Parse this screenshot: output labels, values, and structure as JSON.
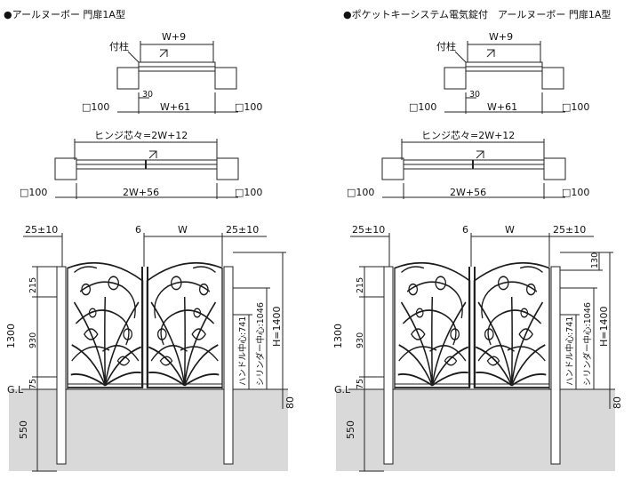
{
  "panels": [
    {
      "title": "●アールヌーボー 門扉1A型",
      "single": {
        "post": "付柱",
        "w_top": "W+9",
        "d30": "30",
        "sq_left": "□100",
        "w_bottom": "W+61",
        "sq_right": "□100"
      },
      "double": {
        "hinge": "ヒンジ芯々=2W+12",
        "sq_left": "□100",
        "w_bottom": "2W+56",
        "sq_right": "□100"
      },
      "elevation": {
        "tol_left": "25±10",
        "gap": "6",
        "w": "W",
        "tol_right": "25±10",
        "h1300": "1300",
        "h215": "215",
        "h930": "930",
        "h75": "75",
        "gl": "G.L",
        "h550": "550",
        "h80": "80",
        "handle": "ハンドル中心:741",
        "cylinder": "シリンダー中心:1046",
        "h1400": "H=1400"
      }
    },
    {
      "title": "●ポケットキーシステム電気錠付　アールヌーボー 門扉1A型",
      "single": {
        "post": "付柱",
        "w_top": "W+9",
        "d30": "30",
        "sq_left": "□100",
        "w_bottom": "W+61",
        "sq_right": "□100"
      },
      "double": {
        "hinge": "ヒンジ芯々=2W+12",
        "sq_left": "□100",
        "w_bottom": "2W+56",
        "sq_right": "□100"
      },
      "elevation": {
        "tol_left": "25±10",
        "gap": "6",
        "w": "W",
        "tol_right": "25±10",
        "h1300": "1300",
        "h215": "215",
        "h930": "930",
        "h75": "75",
        "gl": "G.L",
        "h550": "550",
        "h80": "80",
        "h130": "130",
        "handle": "ハンドル中心:741",
        "cylinder": "シリンダー中心:1046",
        "h1400": "H=1400"
      }
    }
  ],
  "colors": {
    "line": "#222222",
    "ground": "#d9d9d9",
    "gate": "#1a1a1a"
  }
}
